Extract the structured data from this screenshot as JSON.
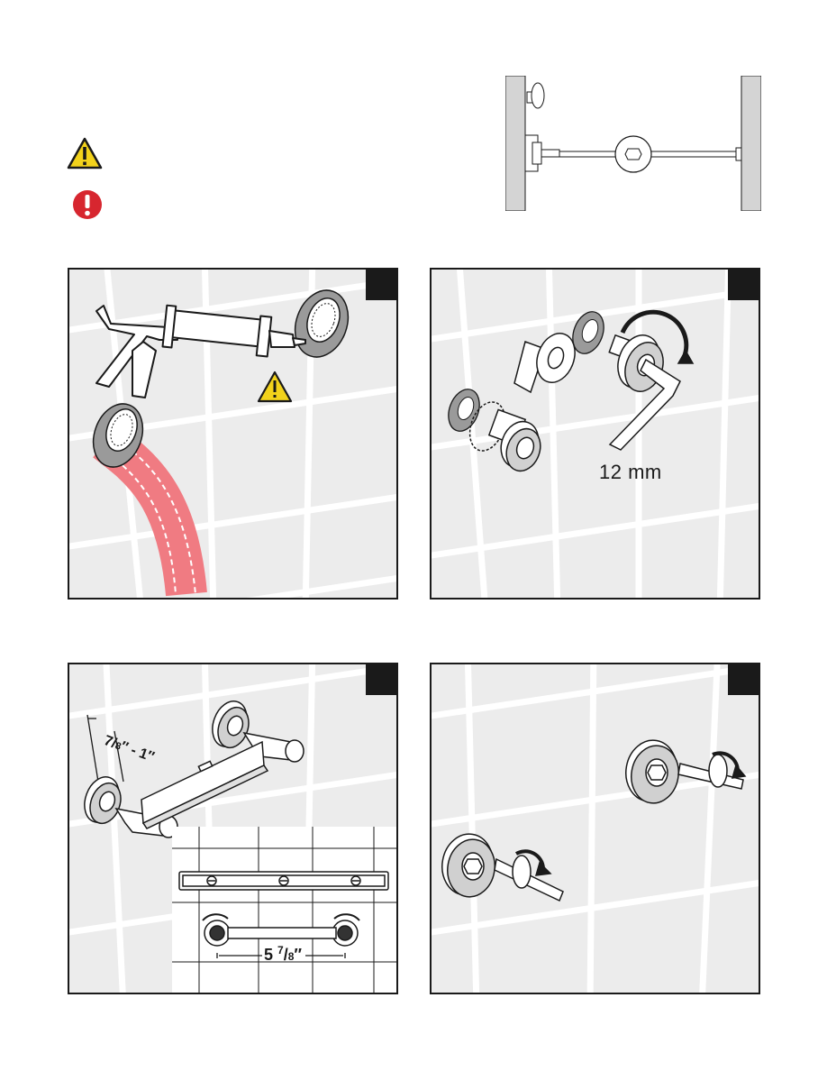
{
  "colors": {
    "warning_yellow": "#f2d21b",
    "danger_red": "#d7262f",
    "hose_pink": "#f07b82",
    "panel_bg": "#ececec",
    "tile_grout": "#ffffff",
    "border": "#1a1a1a"
  },
  "icons": {
    "warning": "warning-triangle-icon",
    "danger": "exclamation-circle-icon"
  },
  "panel_b": {
    "wrench_size": "12 mm"
  },
  "panel_c": {
    "offset_label_whole": "7",
    "offset_label_den": "8",
    "offset_label_suffix": "″ - 1″",
    "spacing_whole": "5",
    "spacing_num": "7",
    "spacing_den": "8",
    "spacing_unit": "″"
  }
}
